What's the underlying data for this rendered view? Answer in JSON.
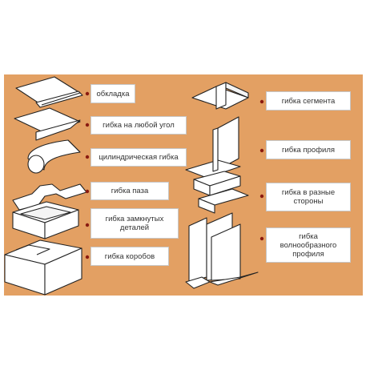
{
  "labels": {
    "oblkladka": "обкладка",
    "any_angle": "гибка на любой угол",
    "cylinder": "цилиндрическая гибка",
    "groove": "гибка паза",
    "closed_line1": "гибка замкнутых",
    "closed_line2": "деталей",
    "boxes": "гибка коробов",
    "segment": "гибка сегмента",
    "profile": "гибка профиля",
    "diff_line1": "гибка в разные",
    "diff_line2": "стороны",
    "wavy_line1": "гибка",
    "wavy_line2": "волнообразного",
    "wavy_line3": "профиля"
  },
  "colors": {
    "background": "#e3a063",
    "marker": "#8a1a10",
    "label_bg": "#ffffff"
  }
}
